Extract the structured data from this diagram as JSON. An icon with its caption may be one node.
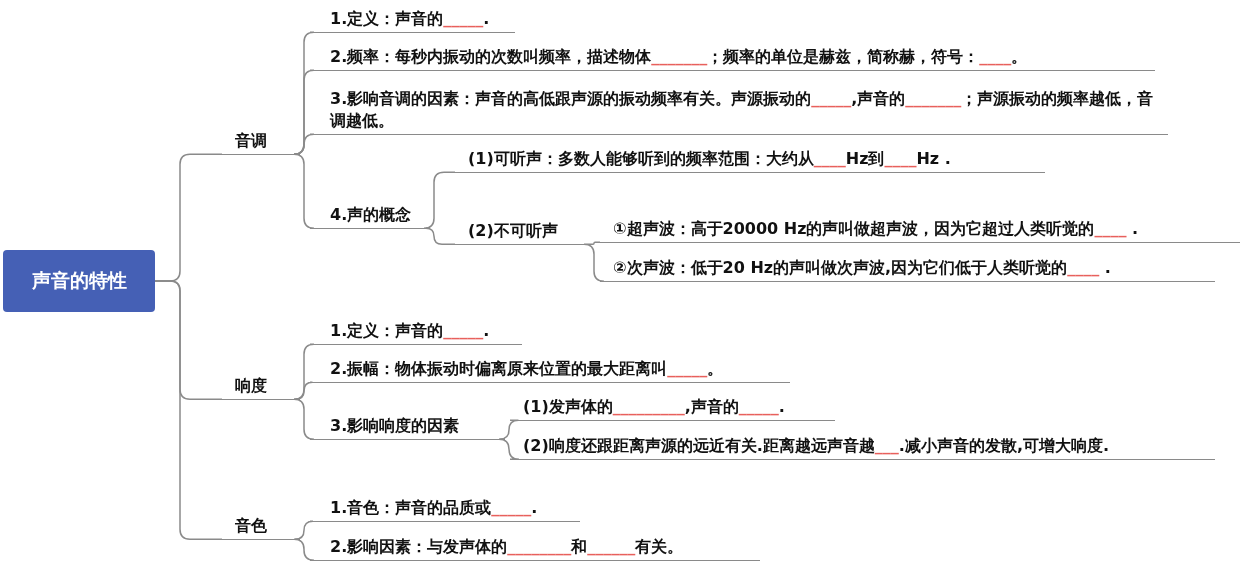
{
  "diagram": {
    "nodes": [
      {
        "text": [
          "声音的特性"
        ]
      },
      {
        "text": [
          "音调"
        ]
      },
      {
        "text": [
          "1.定义：声音的_____."
        ]
      },
      {
        "text": [
          "2.频率：每秒内振动的次数叫频率，描述物体_______；频率的单位是赫兹，简称赫，符号：____。"
        ]
      },
      {
        "text": [
          "3.影响音调的因素：声音的高低跟声源的振动频率有关。声源振动的_____,声音的_______；声源振动的频率越低，音调越低。"
        ]
      },
      {
        "text": [
          "4.声的概念"
        ]
      },
      {
        "text": [
          "(1)可听声：多数人能够听到的频率范围：大约从____Hz到____Hz ."
        ]
      },
      {
        "text": [
          "(2)不可听声"
        ]
      },
      {
        "text": [
          "①超声波：高于20000 Hz的声叫做超声波，因为它超过人类听觉的____ ."
        ]
      },
      {
        "text": [
          "②次声波：低于20 Hz的声叫做次声波,因为它们低于人类听觉的____ ."
        ]
      },
      {
        "text": [
          "响度"
        ]
      },
      {
        "text": [
          "1.定义：声音的_____."
        ]
      },
      {
        "text": [
          "2.振幅：物体振动时偏离原来位置的最大距离叫_____。"
        ]
      },
      {
        "text": [
          "3.影响响度的因素"
        ]
      },
      {
        "text": [
          "(1)发声体的_________,声音的_____."
        ]
      },
      {
        "text": [
          "(2)响度还跟距离声源的远近有关.距离越远声音越___.减小声音的发散,可增大响度."
        ]
      },
      {
        "text": [
          "音色"
        ]
      },
      {
        "text": [
          "1.音色：声音的品质或_____."
        ]
      },
      {
        "text": [
          "2.影响因素：与发声体的________和______有关。"
        ]
      }
    ],
    "edges": [
      {
        "from": 0,
        "to": 1,
        "arrow": "none"
      },
      {
        "from": 0,
        "to": 10,
        "arrow": "none"
      },
      {
        "from": 0,
        "to": 16,
        "arrow": "none"
      },
      {
        "from": 1,
        "to": 2,
        "arrow": "none"
      },
      {
        "from": 1,
        "to": 3,
        "arrow": "none"
      },
      {
        "from": 1,
        "to": 4,
        "arrow": "none"
      },
      {
        "from": 1,
        "to": 5,
        "arrow": "none"
      },
      {
        "from": 5,
        "to": 6,
        "arrow": "none"
      },
      {
        "from": 5,
        "to": 7,
        "arrow": "none"
      },
      {
        "from": 7,
        "to": 8,
        "arrow": "none"
      },
      {
        "from": 7,
        "to": 9,
        "arrow": "none"
      },
      {
        "from": 10,
        "to": 11,
        "arrow": "none"
      },
      {
        "from": 10,
        "to": 12,
        "arrow": "none"
      },
      {
        "from": 10,
        "to": 13,
        "arrow": "none"
      },
      {
        "from": 13,
        "to": 14,
        "arrow": "none"
      },
      {
        "from": 13,
        "to": 15,
        "arrow": "none"
      },
      {
        "from": 16,
        "to": 17,
        "arrow": "none"
      },
      {
        "from": 16,
        "to": 18,
        "arrow": "none"
      }
    ]
  }
}
